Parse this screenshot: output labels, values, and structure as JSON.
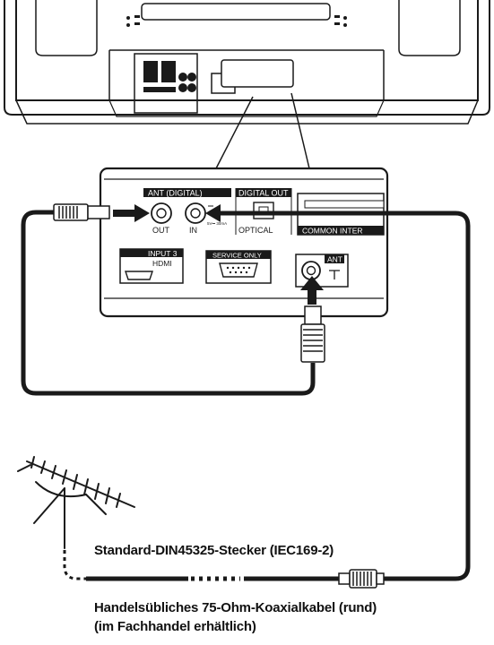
{
  "panel": {
    "ant_group": "ANT (DIGITAL)",
    "out": "OUT",
    "in": "IN",
    "power_note": "5V⎓ 30mA",
    "digital_out": "DIGITAL OUT",
    "optical": "OPTICAL",
    "common_interface": "COMMON INTER",
    "input3": "INPUT 3",
    "hdmi": "HDMI",
    "service_only": "SERVICE ONLY",
    "ant": "ANT"
  },
  "captions": {
    "plug": "Standard-DIN45325-Stecker (IEC169-2)",
    "cable_line1": "Handelsübliches 75-Ohm-Koaxialkabel (rund)",
    "cable_line2": "(im Fachhandel erhältlich)"
  },
  "colors": {
    "line": "#1a1a1a",
    "panel_label_bg": "#1a1a1a"
  }
}
